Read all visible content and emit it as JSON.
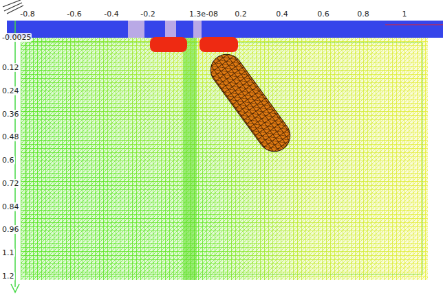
{
  "diagram": {
    "labels": [
      "-0.8",
      "-0.6",
      "-0.4",
      "-0.2",
      "1.3e-08",
      "0.2",
      "0.4",
      "0.6",
      "0.8",
      "1",
      "-0.0025",
      "0.12",
      "0.24",
      "0.36",
      "0.48",
      "0.6",
      "0.72",
      "0.84",
      "0.96",
      "1.1",
      "1.2"
    ]
  }
}
